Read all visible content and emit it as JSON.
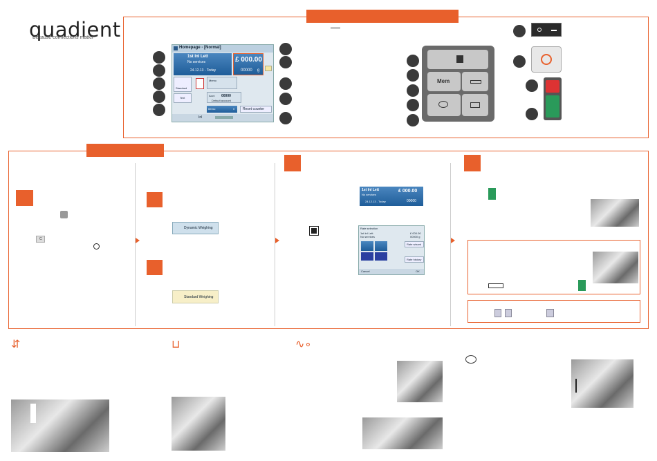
{
  "brand": {
    "logo": "quadient",
    "tagline": "Because connections matter",
    "accent": "#e8602c"
  },
  "screen": {
    "title": "Homepage - [Normal]",
    "rate": "1st Inl Lett",
    "services": "No services",
    "date": "24.12.13 - Today",
    "amount": "£ 000.00",
    "weight": "00000",
    "weight_unit": "g",
    "mode_label": "Standard",
    "text_label": "Text",
    "memo_label": "Memo",
    "acct_label": "Acct:",
    "acct_value": "00000",
    "default_account": "Default account",
    "items_label": "Items:",
    "items_value": "0",
    "reset_counter": "Reset counter",
    "footer": "Inl"
  },
  "keypad": {
    "mem_key": "Mem"
  },
  "weighing": {
    "dynamic": "Dynamic Weighing",
    "standard": "Standard Weighing"
  },
  "mini_screen": {
    "rate": "1st Inl Lett",
    "services": "No services",
    "date": "24.12.13 - Today",
    "amount": "£ 000.00",
    "weight": "00000"
  },
  "rate_screen": {
    "title": "Rate selection",
    "rate": "1st Inl Lett",
    "services": "No services",
    "amount": "£ 000.00",
    "weight": "00000 g",
    "btn1": "Rate wizard",
    "btn2": "Rate history",
    "cancel": "Cancel",
    "ok": "OK"
  },
  "misc": {
    "clear_key": "C"
  }
}
